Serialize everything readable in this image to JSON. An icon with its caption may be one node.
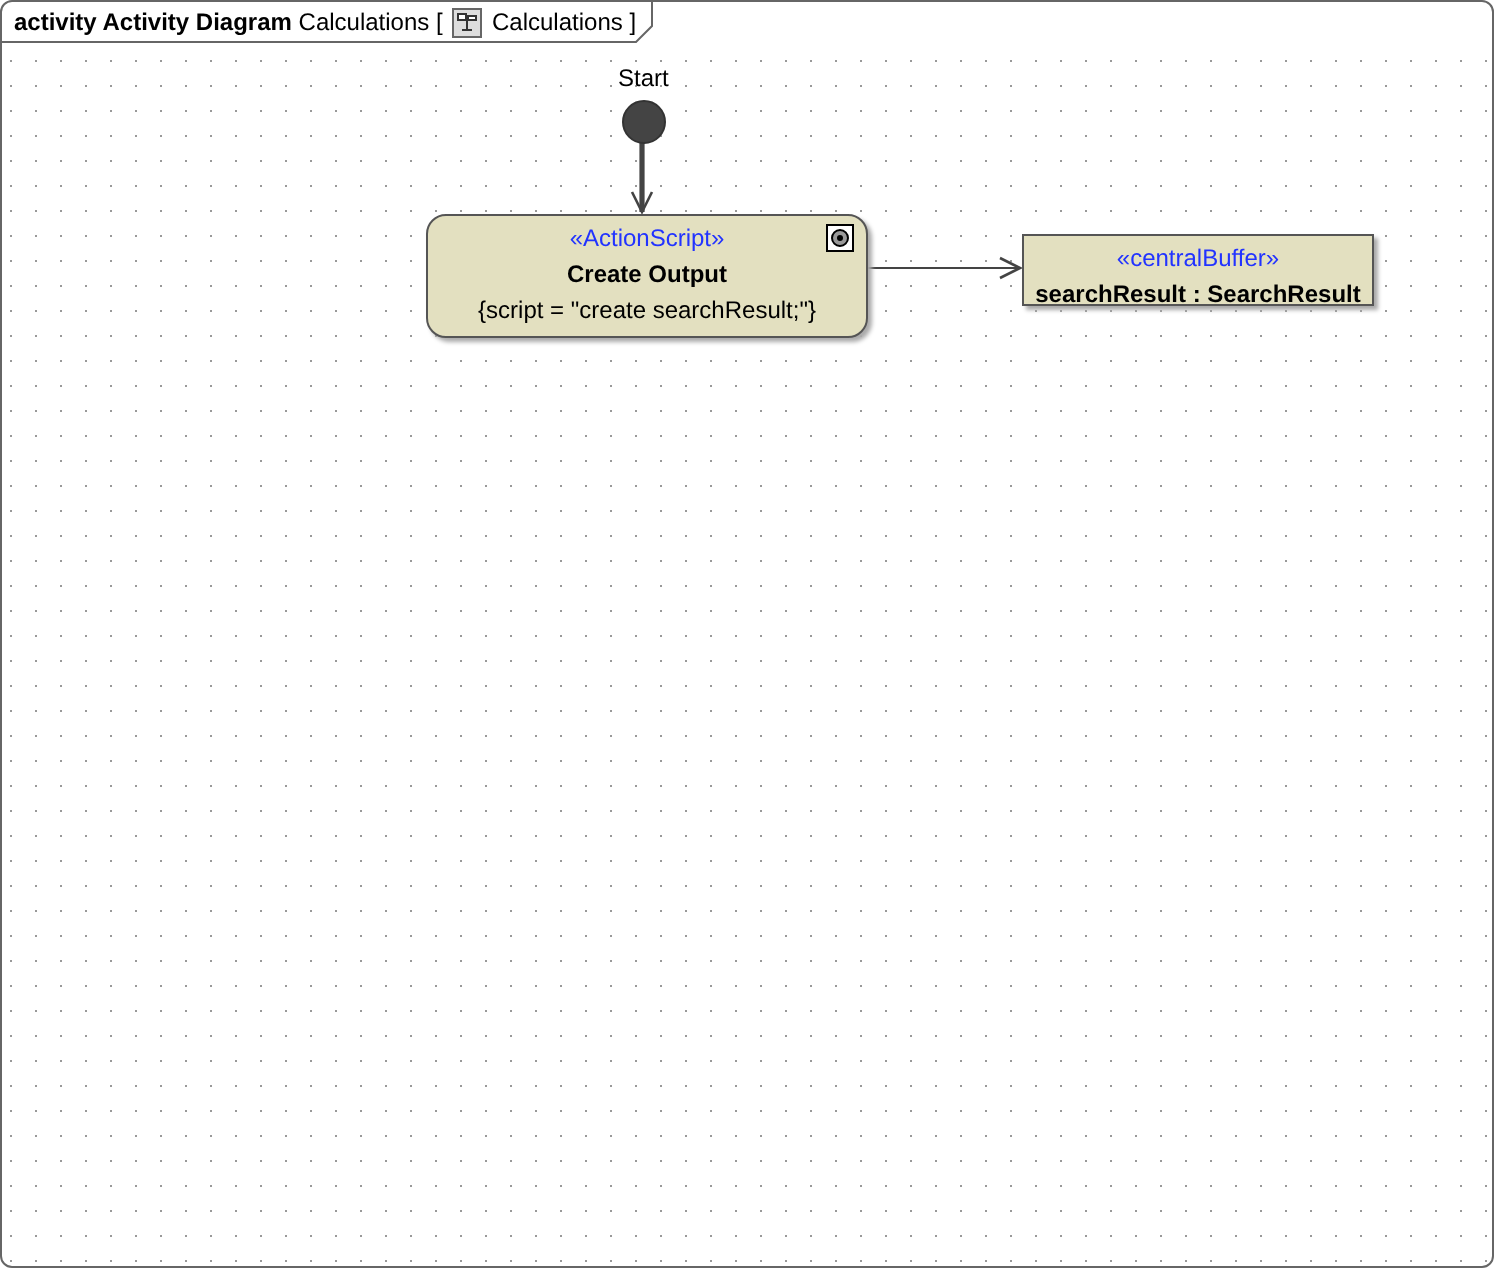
{
  "diagram": {
    "nodes": [
      {
        "text": [
          "**activity Activity Diagram** Calculations [",
          "Calculations ]"
        ]
      },
      {
        "text": [],
        "shape": "circle",
        "in": 0,
        "beside": [
          "Start"
        ]
      },
      {
        "text": [
          "«ActionScript»",
          "Create Output",
          "{script = \"create searchResult;\"}"
        ],
        "in": 0
      },
      {
        "text": [
          "«centralBuffer»",
          "searchResult : SearchResult"
        ],
        "in": 0
      }
    ],
    "edges": [
      {
        "from": 1,
        "to": 2,
        "arrow": "to",
        "style": "thick"
      },
      {
        "from": 2,
        "to": 3,
        "arrow": "to"
      }
    ]
  }
}
